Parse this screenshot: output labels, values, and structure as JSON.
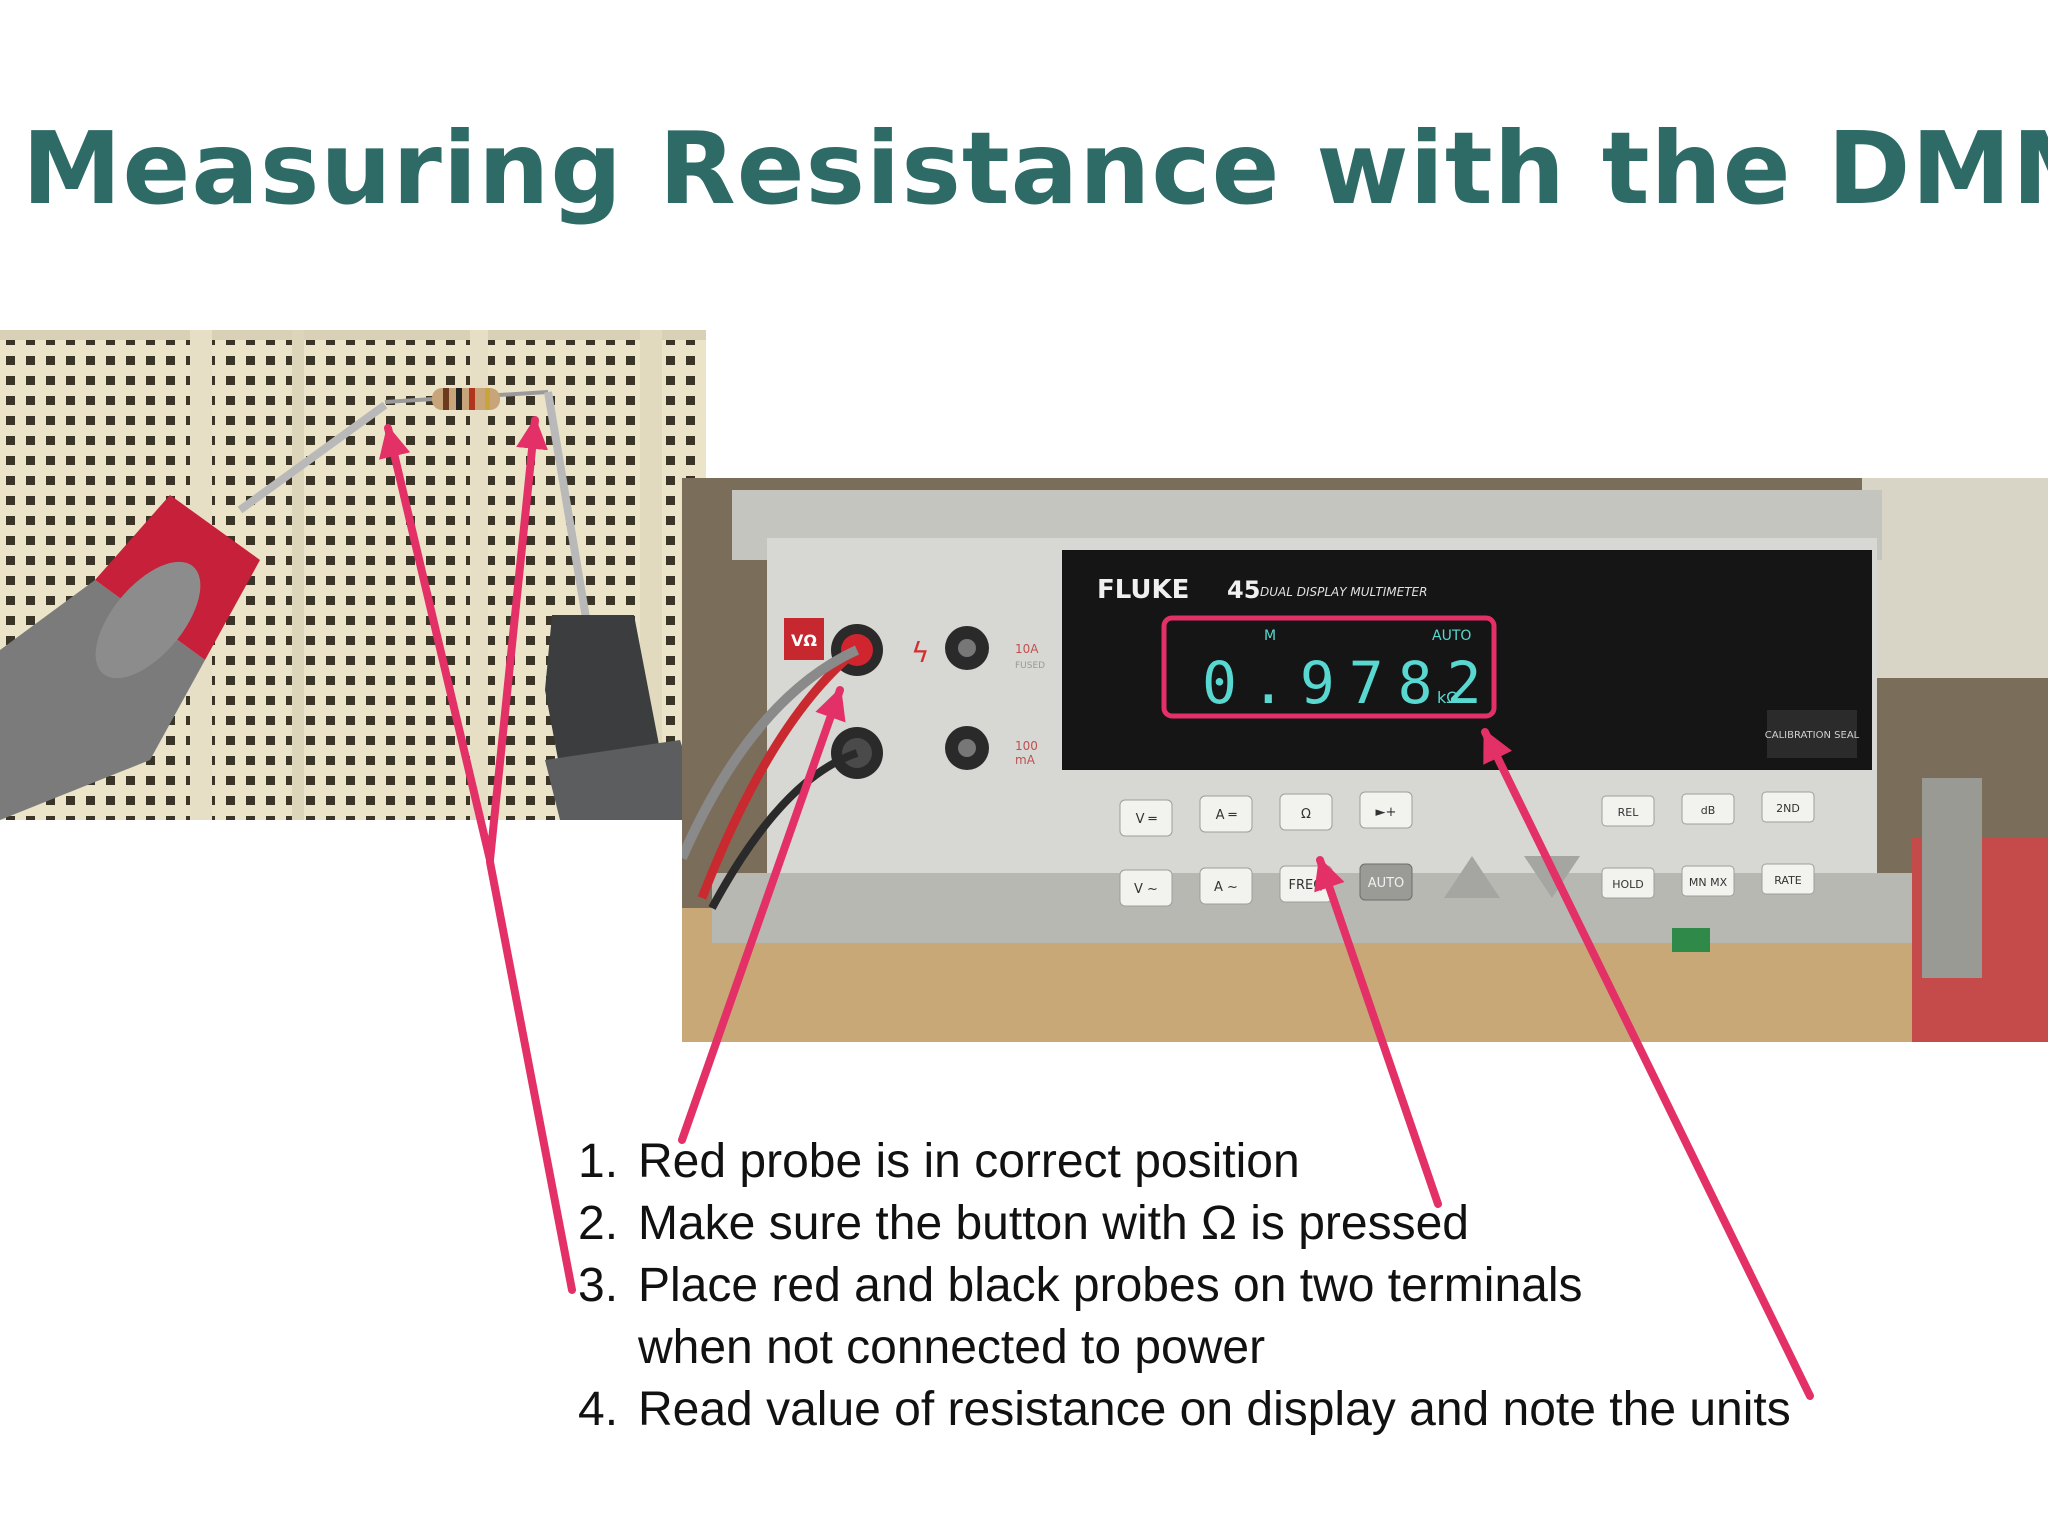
{
  "slide": {
    "title": "Measuring Resistance with the DMM",
    "steps": [
      {
        "num": "1.",
        "text": "Red probe is in correct position"
      },
      {
        "num": "2.",
        "text": "Make sure the button with Ω is pressed"
      },
      {
        "num": "3.",
        "text": "Place red and black probes on two terminals",
        "continuation": "when not connected to power"
      },
      {
        "num": "4.",
        "text": "Read value of resistance on display and note the units"
      }
    ]
  },
  "meter": {
    "brand": "FLUKE",
    "model": "45",
    "model_desc": "DUAL DISPLAY MULTIMETER",
    "reading": "0.9782",
    "unit": "kΩ",
    "indicator_m": "M",
    "indicator_auto": "AUTO",
    "calibration_seal": "CALIBRATION SEAL",
    "jack_labels": {
      "top": "10A",
      "top_sub": "FUSED",
      "bottom": "100",
      "bottom_sub": "mA"
    },
    "keys_row1": [
      "V ═",
      "A ═",
      "Ω",
      "►+"
    ],
    "keys_row2": [
      "V ~",
      "A ~",
      "FREQ",
      "AUTO"
    ],
    "keys_right_row1": [
      "REL",
      "dB",
      "2ND"
    ],
    "keys_right_row2": [
      "HOLD",
      "MN MX",
      "RATE"
    ],
    "badge": "VΩ"
  },
  "colors": {
    "title": "#2e6b67",
    "arrow": "#e33066",
    "display_text": "#58d8d0",
    "panel": "#d7d7d3",
    "breadboard": "#ebe4c8"
  }
}
